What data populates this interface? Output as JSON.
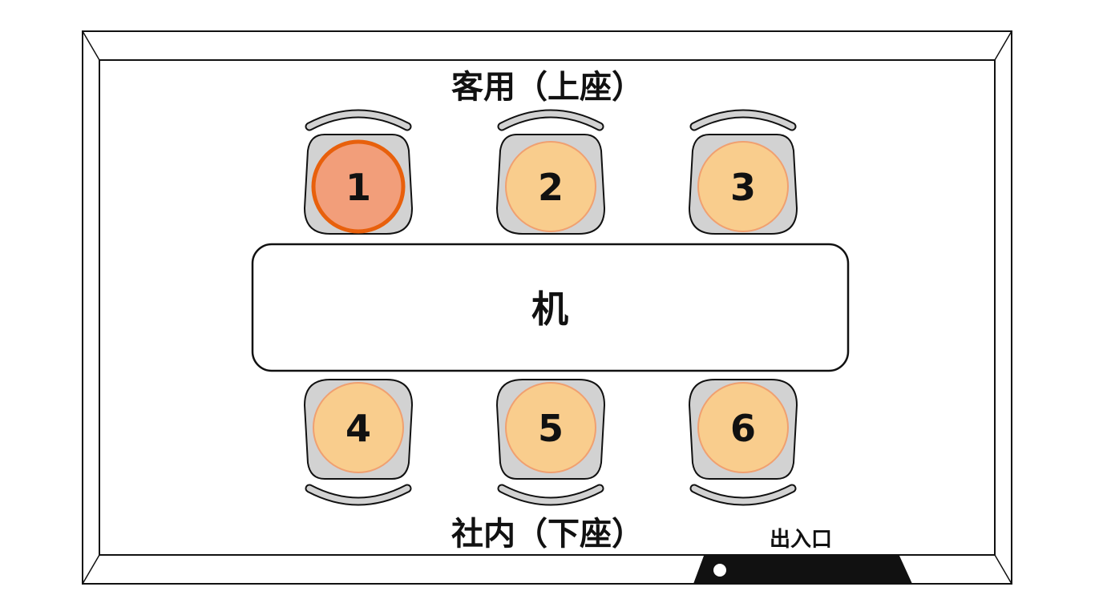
{
  "labels": {
    "guest_side": "客用（上座）",
    "staff_side": "社内（下座）",
    "table": "机",
    "entrance": "出入口"
  },
  "seats": [
    {
      "number": "1",
      "row": "top",
      "highlight": true
    },
    {
      "number": "2",
      "row": "top",
      "highlight": false
    },
    {
      "number": "3",
      "row": "top",
      "highlight": false
    },
    {
      "number": "4",
      "row": "bottom",
      "highlight": false
    },
    {
      "number": "5",
      "row": "bottom",
      "highlight": false
    },
    {
      "number": "6",
      "row": "bottom",
      "highlight": false
    }
  ],
  "colors": {
    "seat_fill": "#f9cd8d",
    "seat_border": "#f0a070",
    "highlight_fill": "#f29e7a",
    "highlight_border": "#e8600c",
    "chair": "#d2d2d2",
    "outline": "#111111"
  }
}
